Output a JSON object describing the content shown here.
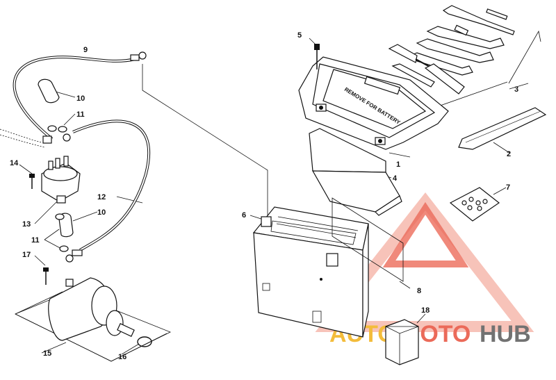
{
  "callouts": [
    "1",
    "2",
    "3",
    "4",
    "5",
    "6",
    "7",
    "8",
    "9",
    "10",
    "11",
    "12",
    "13",
    "14",
    "15",
    "16",
    "17",
    "18",
    "10",
    "11"
  ],
  "tray_text": "REMOVE FOR BATTERY",
  "watermark": {
    "part1": "AUTO",
    "part2": "MOTO",
    "part3": "HUB",
    "color_primary": "#e8513d",
    "color_light": "#f6b9ad",
    "color_gold": "#f2b11a",
    "color_gray": "#5a5a5a"
  }
}
